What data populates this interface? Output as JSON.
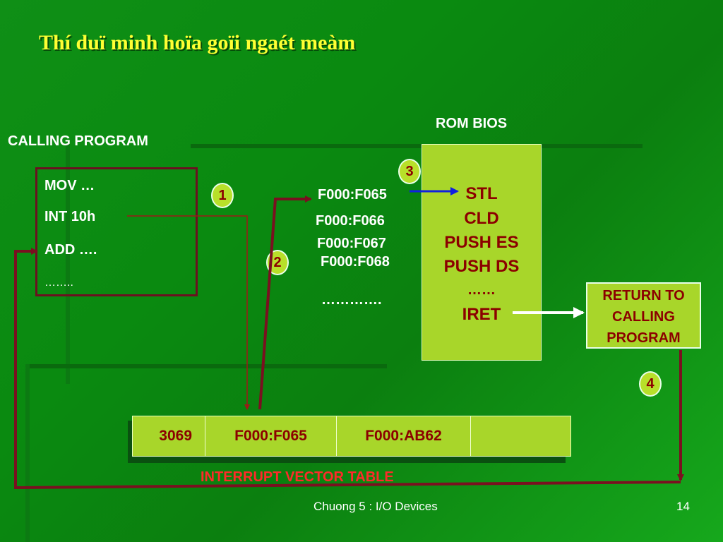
{
  "title": "Thí duï minh hoïa goïi ngaét meàm",
  "calling_program": {
    "label": "CALLING PROGRAM",
    "lines": [
      "MOV …",
      "INT 10h",
      "ADD ….",
      "…….."
    ]
  },
  "steps": [
    "1",
    "2",
    "3",
    "4"
  ],
  "addresses": [
    "F000:F065",
    "F000:F066",
    "F000:F067",
    "F000:F068",
    "…………."
  ],
  "rom_bios": {
    "label": "ROM BIOS",
    "lines": [
      "STL",
      "CLD",
      "PUSH ES",
      "PUSH DS",
      "……",
      "IRET"
    ]
  },
  "return_box": {
    "lines": [
      "RETURN TO",
      "CALLING",
      "PROGRAM"
    ]
  },
  "ivt": {
    "cells": [
      "3069",
      "F000:F065",
      "F000:AB62",
      ""
    ],
    "title": "INTERRUPT VECTOR TABLE"
  },
  "footer": {
    "chapter": "Chuong 5 : I/O Devices",
    "page": "14"
  },
  "colors": {
    "background": "#0a8a10",
    "title": "#ffff33",
    "box_fill": "#a8d62a",
    "box_text": "#8b0000",
    "arrow_red": "#7a1020",
    "arrow_blue": "#1020e0",
    "ivt_title": "#ff2a2a"
  }
}
